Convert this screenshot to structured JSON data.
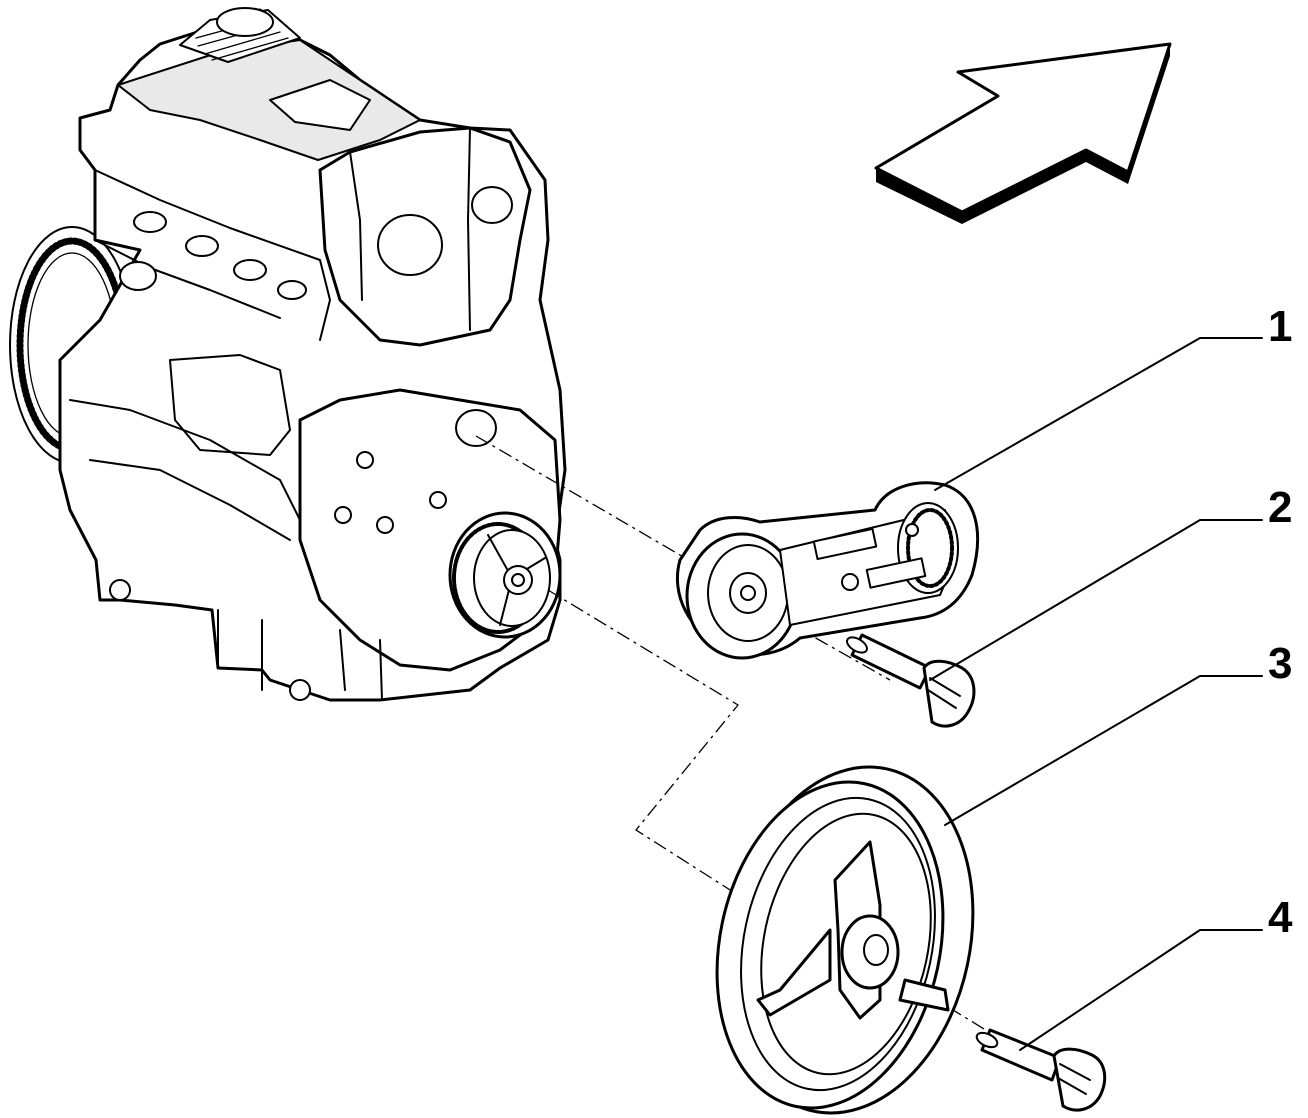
{
  "callouts": [
    {
      "id": "1",
      "label": "1"
    },
    {
      "id": "2",
      "label": "2"
    },
    {
      "id": "3",
      "label": "3"
    },
    {
      "id": "4",
      "label": "4"
    }
  ],
  "icons": {
    "direction_arrow": "arrow-direction-icon",
    "engine": "engine-assembly",
    "belt_tensioner": "belt-tensioner",
    "tensioner_bolt": "bolt",
    "crank_pulley": "crankshaft-pulley",
    "pulley_bolt": "bolt"
  }
}
